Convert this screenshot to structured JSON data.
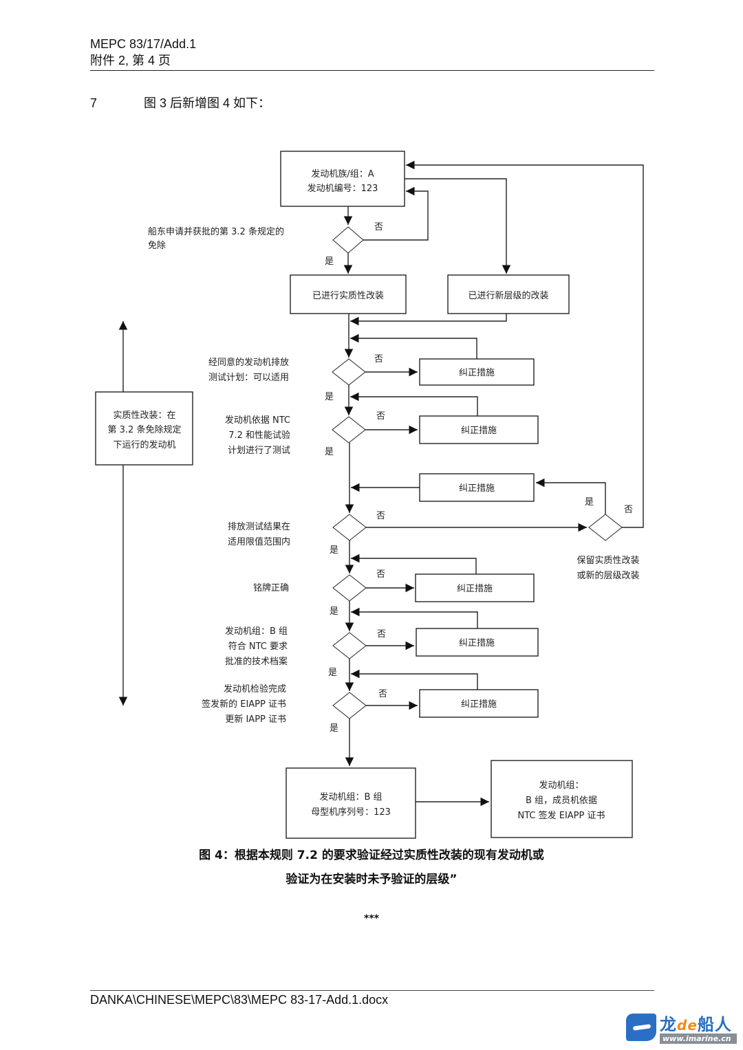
{
  "header": {
    "doc_symbol": "MEPC 83/17/Add.1",
    "page_info": "附件 2, 第 4 页"
  },
  "paragraph": {
    "number": "7",
    "text": "图 3 后新增图 4 如下："
  },
  "flowchart": {
    "start_box": {
      "line1": "发动机族/组：A",
      "line2": "发动机编号：123"
    },
    "exemption_question": {
      "line1": "船东申请并获批的第 3.2 条规定的",
      "line2": "免除"
    },
    "substantial_mod_box": "已进行实质性改装",
    "new_tier_mod_box": "已进行新层级的改装",
    "side_box": {
      "line1": "实质性改装：在",
      "line2": "第 3.2 条免除规定",
      "line3": "下运行的发动机"
    },
    "yes": "是",
    "no": "否",
    "questions": [
      {
        "lines": [
          "经同意的发动机排放",
          "测试计划：可以适用"
        ]
      },
      {
        "lines": [
          "发动机依据 NTC",
          "7.2 和性能试验",
          "计划进行了测试"
        ]
      },
      {
        "lines": [
          "排放测试结果在",
          "适用限值范围内"
        ]
      },
      {
        "lines": [
          "铭牌正确"
        ]
      },
      {
        "lines": [
          "发动机组：B 组",
          "符合 NTC 要求",
          "批准的技术档案"
        ]
      },
      {
        "lines": [
          "发动机检验完成",
          "签发新的 EIAPP 证书",
          "更新 IAPP 证书"
        ]
      }
    ],
    "corrective_action": "纠正措施",
    "retain_note": {
      "line1": "保留实质性改装",
      "line2": "或新的层级改装"
    },
    "end_box_left": {
      "line1": "发动机组：B 组",
      "line2": "母型机序列号：123"
    },
    "end_box_right": {
      "line1": "发动机组：",
      "line2": "B 组，成员机依据",
      "line3": "NTC 签发 EIAPP 证书"
    }
  },
  "caption": {
    "line1": "图 4：根据本规则 7.2 的要求验证经过实质性改装的现有发动机或",
    "line2": "验证为在安装时未予验证的层级”"
  },
  "separator": "***",
  "footer": {
    "path": "DANKA\\CHINESE\\MEPC\\83\\MEPC 83-17-Add.1.docx"
  },
  "watermark": {
    "brand_cn_1": "龙",
    "brand_de": "de",
    "brand_cn_2": "船人",
    "url": "www.imarine.cn"
  }
}
